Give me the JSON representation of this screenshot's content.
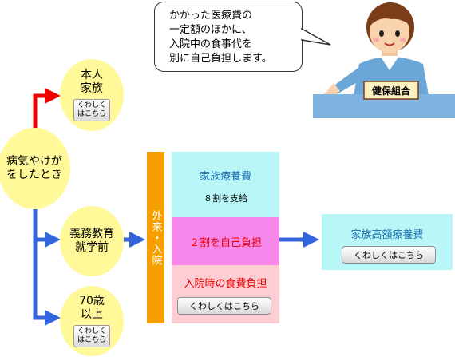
{
  "speech": {
    "text": "かかった医療費の\n一定額のほかに、\n入院中の食事代を\n別に自己負担します。"
  },
  "person": {
    "badge": "健保組合"
  },
  "nodes": {
    "start": "病気やけが\nをしたとき",
    "self_family": "本人\n家族",
    "compulsory": "義務教育\n就学前",
    "age70": "70歳\n以上"
  },
  "buttons": {
    "small_detail": "くわしく\nはこちら",
    "detail": "くわしくはこちら"
  },
  "bar": {
    "label": "外来・入院"
  },
  "blocks": {
    "family_medical": "家族療養費",
    "pay80": "８割を支給",
    "self20": "２割を自己負担",
    "meal": "入院時の食費負担",
    "high_cost": "家族高額療養費"
  },
  "colors": {
    "circle": "#fff99a",
    "orange": "#f5a000",
    "cyan": "#b9f6f8",
    "pink": "#f887ec",
    "light_pink": "#fdcdd4",
    "red_arrow": "#ee0000",
    "blue_arrow": "#3366dd",
    "cyan_text": "#1a6fb0",
    "red_text": "#ee0000"
  }
}
